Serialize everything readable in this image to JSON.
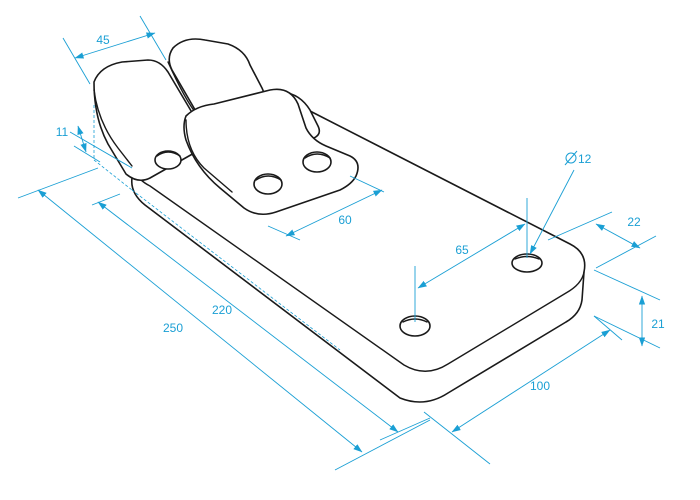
{
  "colors": {
    "dimension": "#1a9fd4",
    "outline": "#1a1a1a",
    "fill": "#ffffff"
  },
  "dimensions": {
    "pedal_width": "45",
    "pad_offset": "11",
    "length_total": "250",
    "length_inner": "220",
    "pad_width": "60",
    "hole_spacing": "65",
    "hole_diameter": "12",
    "hole_edge": "22",
    "thickness": "21",
    "base_width": "100"
  }
}
